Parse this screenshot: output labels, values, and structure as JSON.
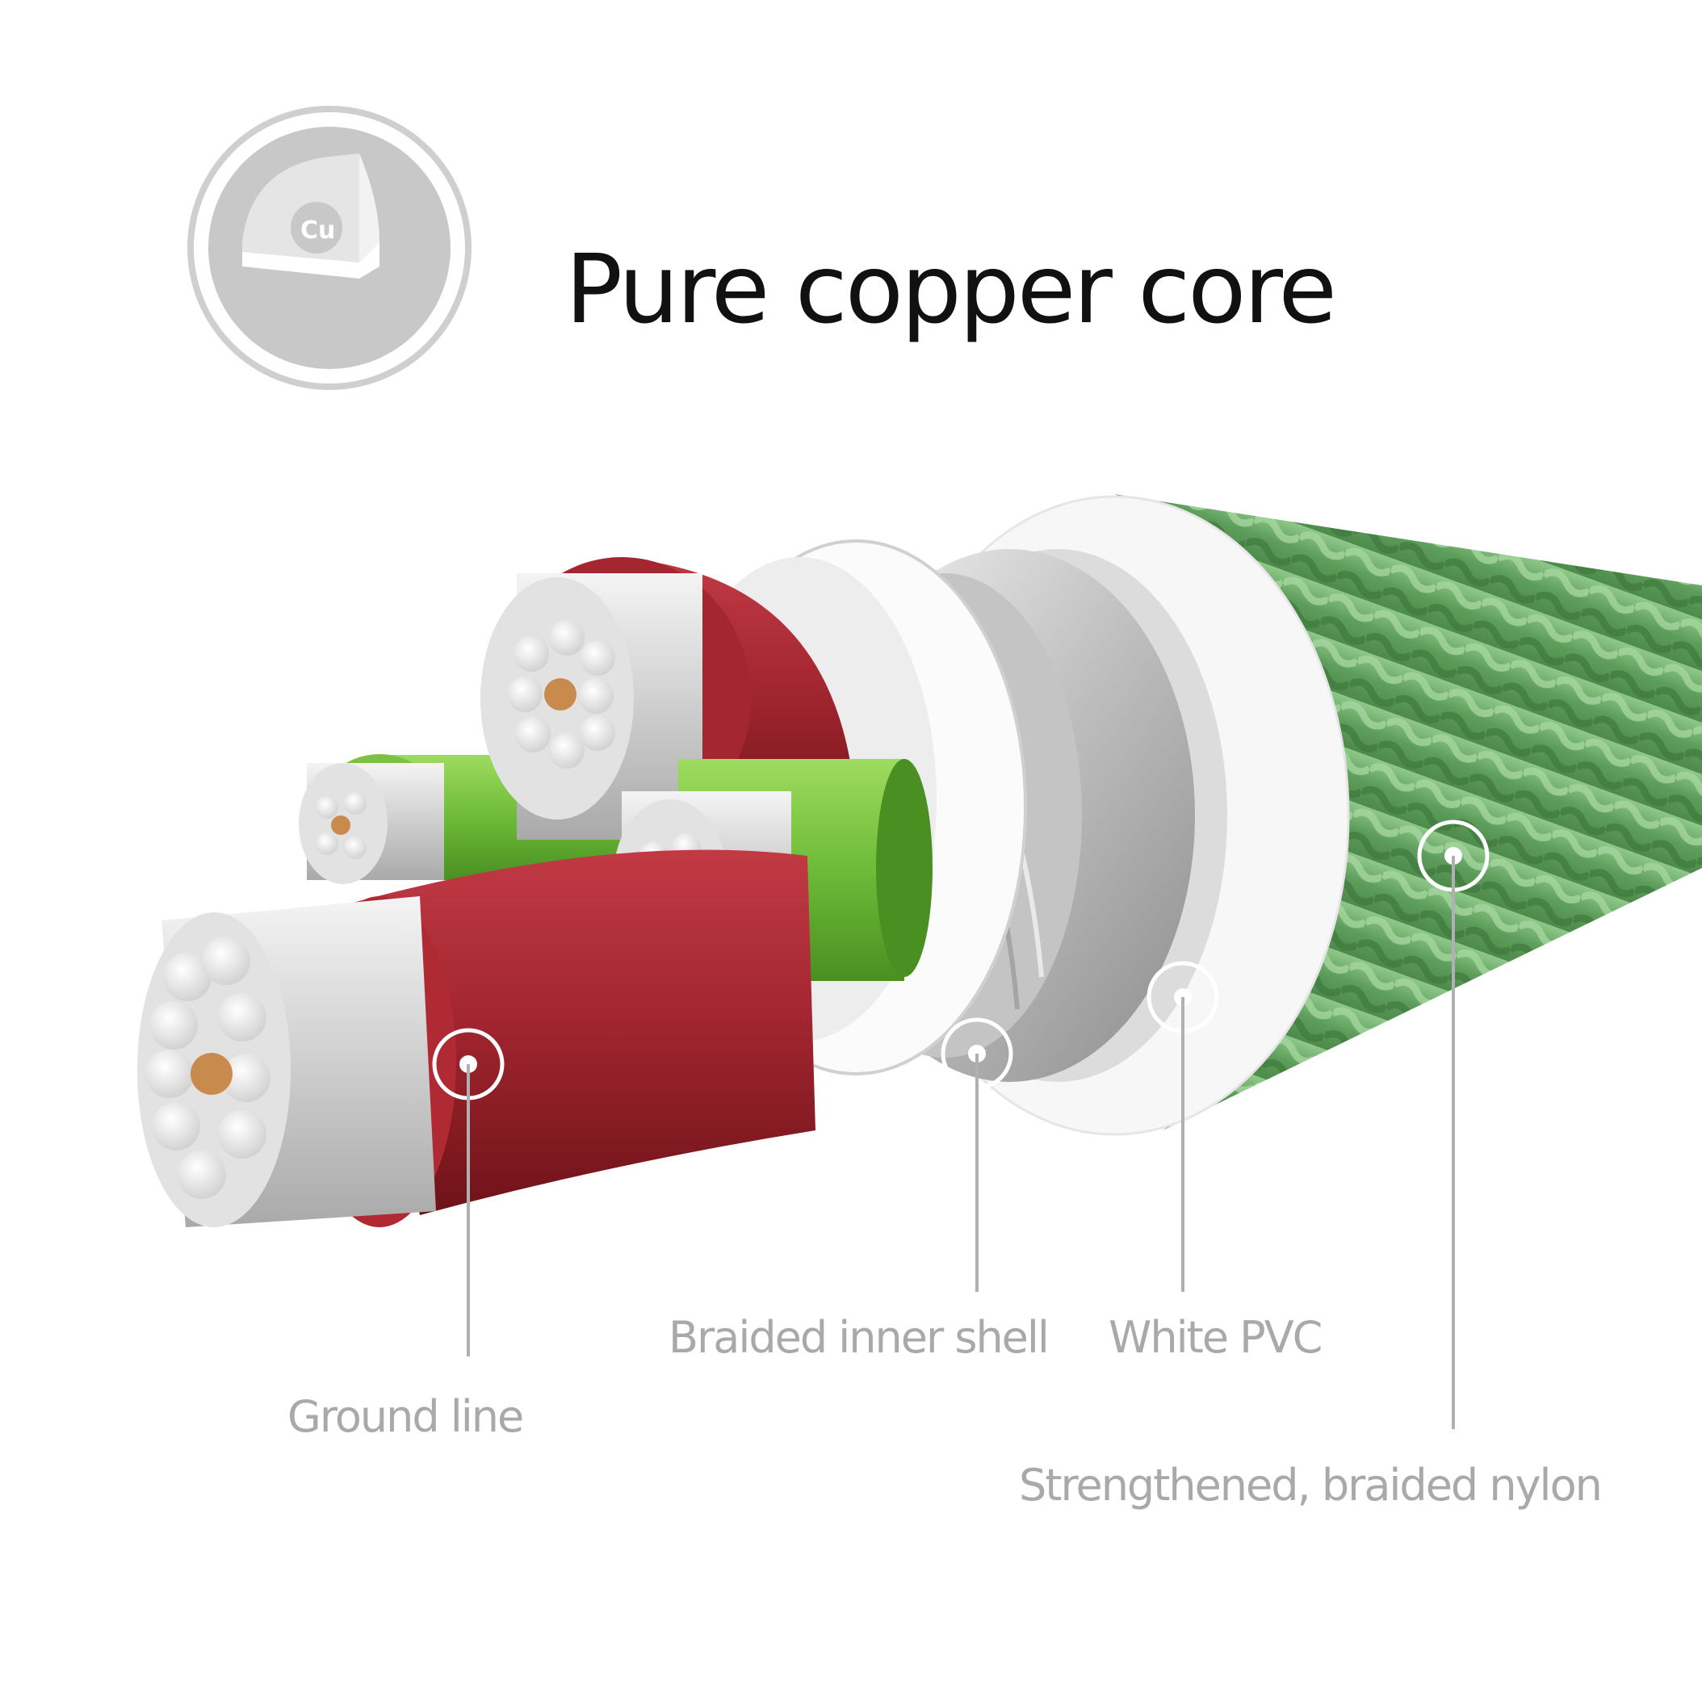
{
  "header": {
    "title": "Pure copper core",
    "badge_icon": "copper-element-icon",
    "badge_text": "Cu"
  },
  "labels": {
    "ground_line": "Ground line",
    "braided_inner_shell": "Braided inner shell",
    "white_pvc": "White PVC",
    "braided_nylon": "Strengthened, braided nylon"
  },
  "colors": {
    "nylon_green": "#6aa86a",
    "wire_red": "#9b1c22",
    "wire_green": "#7cc242",
    "copper": "#c98a4e",
    "strand_gray": "#d9d9d9",
    "label_gray": "#a9a9a9",
    "badge_gray": "#c8c8c8"
  }
}
